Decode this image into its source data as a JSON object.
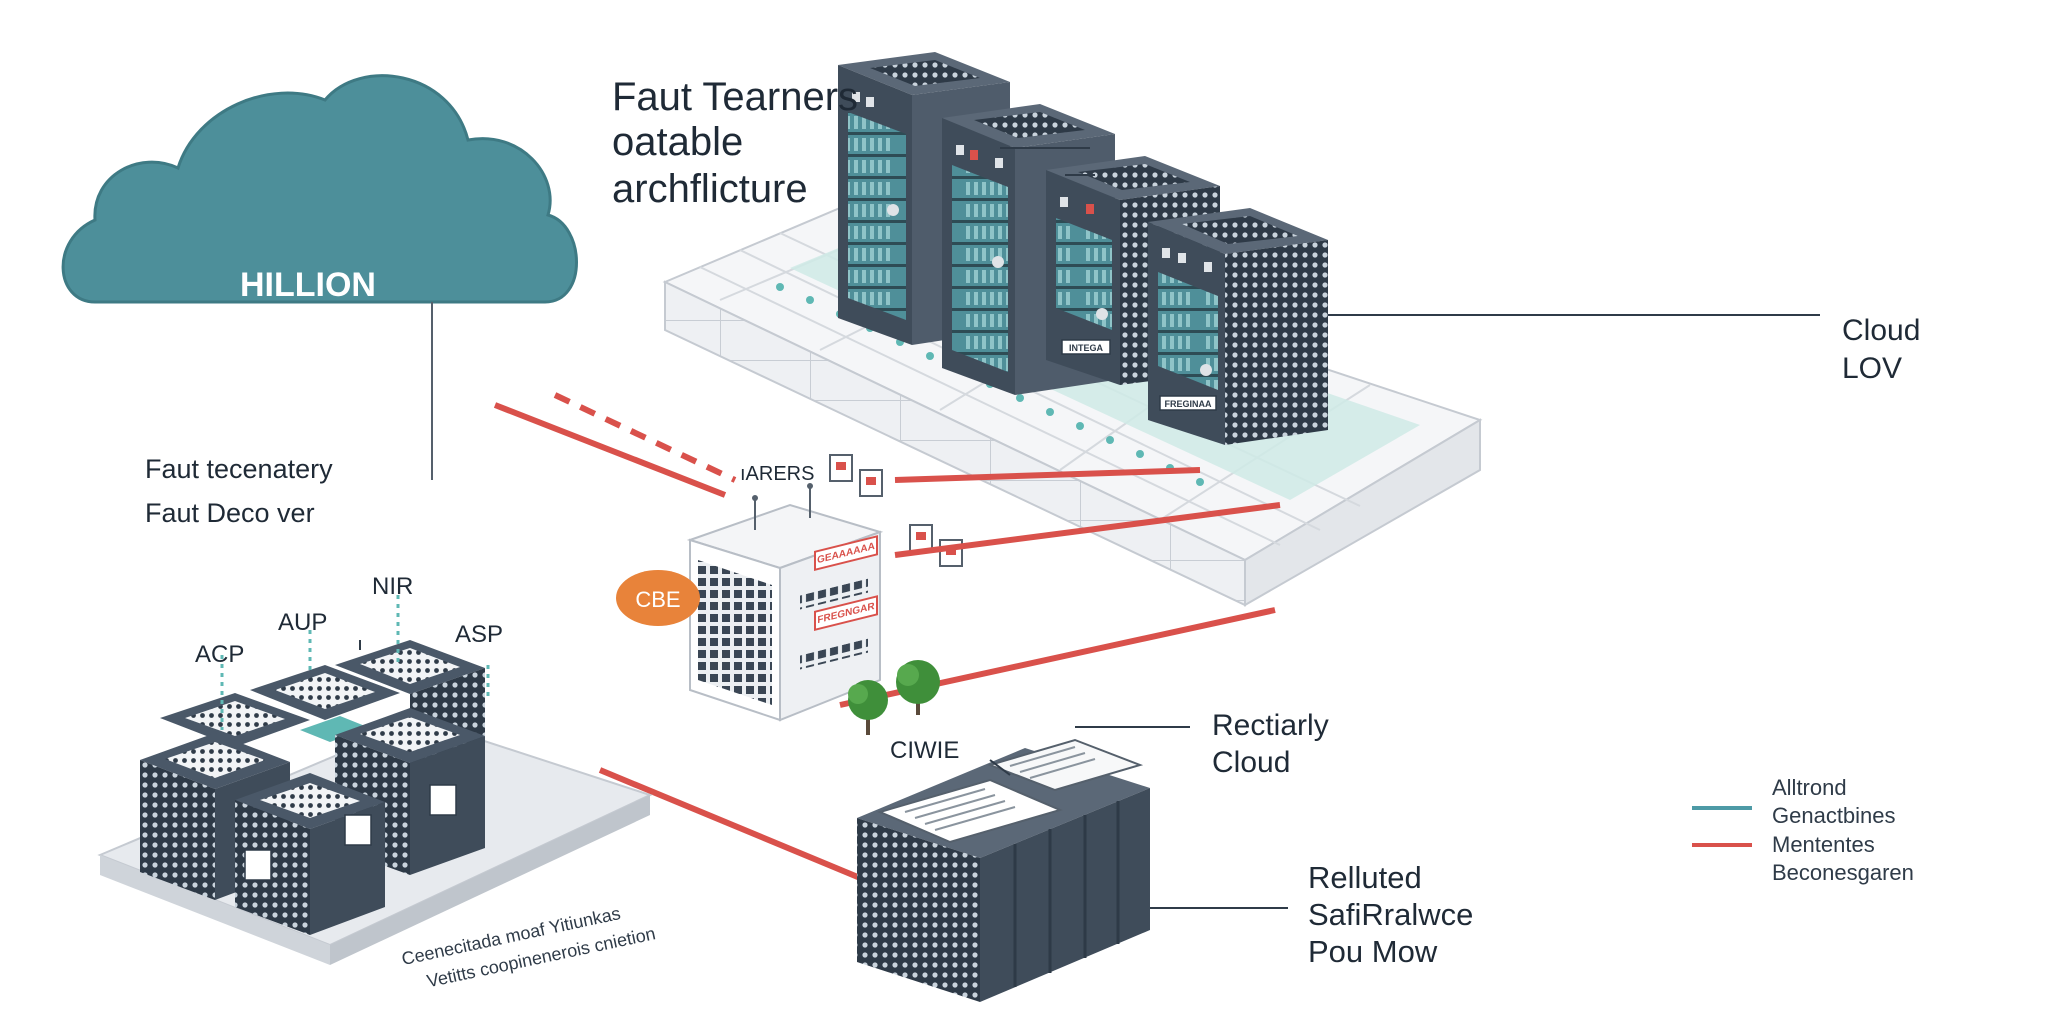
{
  "title": {
    "lines": [
      "Faut Tearners",
      "oatable",
      "archflicture"
    ]
  },
  "cloud": {
    "title": "HILLION",
    "subtitle_bold": "API",
    "subtitle_rest": "Pactretines"
  },
  "left_label": {
    "lines": [
      "Faut tecenatery",
      "Faut Deco ver"
    ]
  },
  "cluster_labels": {
    "acp": "ACP",
    "aup": "AUP",
    "nir": "NIR",
    "asp": "ASP"
  },
  "cluster_caption": {
    "lines": [
      "Ceenecitada moaf Yitiunkas",
      "Vetitts coopinenerois cnietion"
    ]
  },
  "building": {
    "label": "ıARERS",
    "badge": "CBE",
    "signs": [
      "GEAAAAAA",
      "FREGNGAR"
    ]
  },
  "server_label": {
    "lines": [
      "Cloud",
      "LOV"
    ]
  },
  "secondary_label": {
    "lines": [
      "Rectiarly",
      "Cloud"
    ]
  },
  "unit_label": {
    "text": "CIWIE"
  },
  "bottom_right_label": {
    "lines": [
      "Relluted",
      "SafiRralwce",
      "Pou Mow"
    ]
  },
  "legend": {
    "teal_items": [
      "Alltrond",
      "Genactbines"
    ],
    "red_items": [
      "Mententes",
      "Beconesgaren"
    ]
  },
  "rack_tags": [
    "INTEGA",
    "FREGINAA"
  ],
  "colors": {
    "cloud_teal": "#4d8f9a",
    "server_dark": "#4a5868",
    "connector_red": "#d9514b",
    "accent_teal": "#5fb8b4",
    "badge_orange": "#e8833a",
    "tree_green": "#3f8f3a"
  }
}
